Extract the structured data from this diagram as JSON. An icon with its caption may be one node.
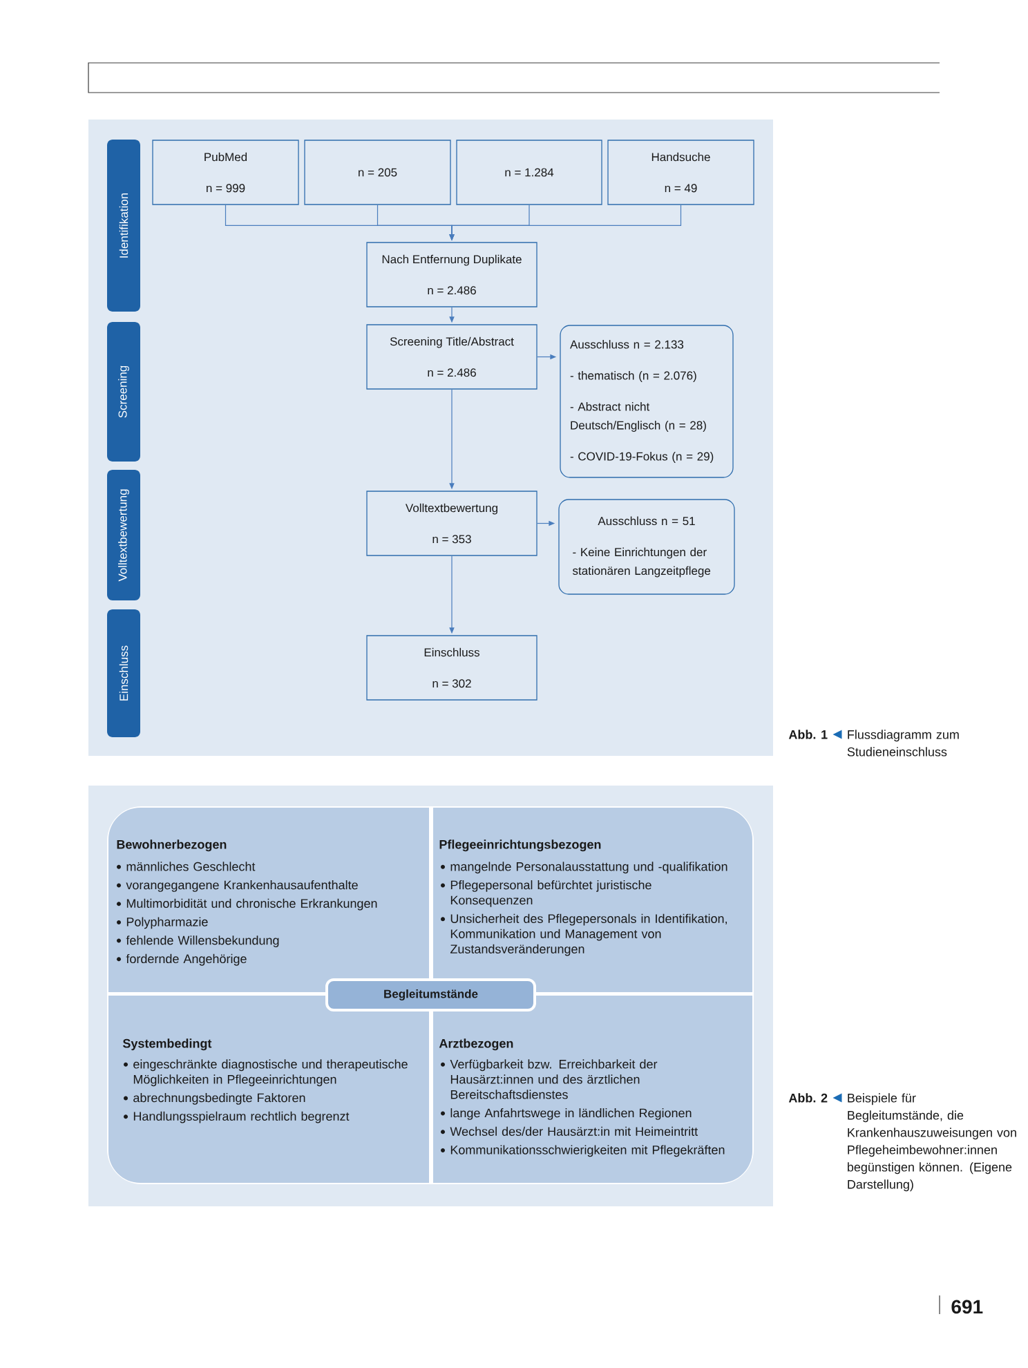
{
  "diagram": {
    "nodes": [
      {
        "text": [
          "Identifikation"
        ]
      },
      {
        "text": [
          "Screening"
        ]
      },
      {
        "text": [
          "Volltextbewertung"
        ]
      },
      {
        "text": [
          "Einschluss"
        ]
      },
      {
        "text": [
          "PubMed",
          "n = 999"
        ]
      },
      {
        "text": [
          "n = 205"
        ]
      },
      {
        "text": [
          "n = 1.284"
        ]
      },
      {
        "text": [
          "Handsuche",
          "n = 49"
        ]
      },
      {
        "text": [
          "Nach Entfernung Duplikate",
          "n = 2.486"
        ]
      },
      {
        "text": [
          "Screening Title/Abstract",
          "n = 2.486"
        ]
      },
      {
        "text": [
          "Ausschluss n = 2.133",
          "- thematisch (n = 2.076)",
          "- Abstract nicht Deutsch/Englisch (n = 28)",
          "- COVID-19-Fokus (n = 29)"
        ]
      },
      {
        "text": [
          "Volltextbewertung",
          "n = 353"
        ]
      },
      {
        "text": [
          "Ausschluss n = 51",
          "- Keine Einrichtungen der stationären Langzeitpflege"
        ]
      },
      {
        "text": [
          "Einschluss",
          "n = 302"
        ]
      },
      {
        "text": [
          "Bewohnerbezogen",
          "männliches Geschlecht",
          "vorangegangene Krankenhausaufenthalte",
          "Multimorbidität und chronische Erkrankungen",
          "Polypharmazie",
          "fehlende Willensbekundung",
          "fordernde Angehörige"
        ]
      },
      {
        "text": [
          "Pflegeeinrichtungsbezogen",
          "mangelnde Personalausstattung und -qualifikation",
          "Pflegepersonal befürchtet juristische Konsequenzen",
          "Unsicherheit des Pflegepersonals in Identifikation, Kommunikation und Management von Zustandsveränderungen"
        ]
      },
      {
        "text": [
          "Begleitumstände"
        ]
      },
      {
        "text": [
          "Systembedingt",
          "eingeschränkte diagnostische und therapeutische Möglichkeiten in Pflegeeinrichtungen",
          "abrechnungsbedingte Faktoren",
          "Handlungsspielraum rechtlich begrenzt"
        ]
      },
      {
        "text": [
          "Arztbezogen",
          "Verfügbarkeit bzw. Erreichbarkeit der Hausärzt:innen und des ärztlichen Bereitschaftsdienstes",
          "lange Anfahrtswege in ländlichen Regionen",
          "Wechsel des/der Hausärzt:in mit Heimeintritt",
          "Kommunikationsschwierigkeiten mit Pflegekräften"
        ]
      }
    ],
    "edges": [
      {
        "from": 4,
        "to": 8,
        "arrow": "to"
      },
      {
        "from": 5,
        "to": 8,
        "arrow": "to"
      },
      {
        "from": 6,
        "to": 8,
        "arrow": "to"
      },
      {
        "from": 7,
        "to": 8,
        "arrow": "to"
      },
      {
        "from": 8,
        "to": 9,
        "arrow": "to"
      },
      {
        "from": 9,
        "to": 10,
        "arrow": "to"
      },
      {
        "from": 9,
        "to": 11,
        "arrow": "to"
      },
      {
        "from": 11,
        "to": 12,
        "arrow": "to"
      },
      {
        "from": 11,
        "to": 13,
        "arrow": "to"
      }
    ],
    "labels": [
      "Abb. 1",
      "Flussdiagramm zum Studieneinschluss",
      "Abb. 2",
      "Beispiele für Begleitumstände, die Krankenhauszuweisungen von Pflegeheimbewohner:innen begünstigen können. (Eigene Darstellung)",
      "691"
    ]
  }
}
